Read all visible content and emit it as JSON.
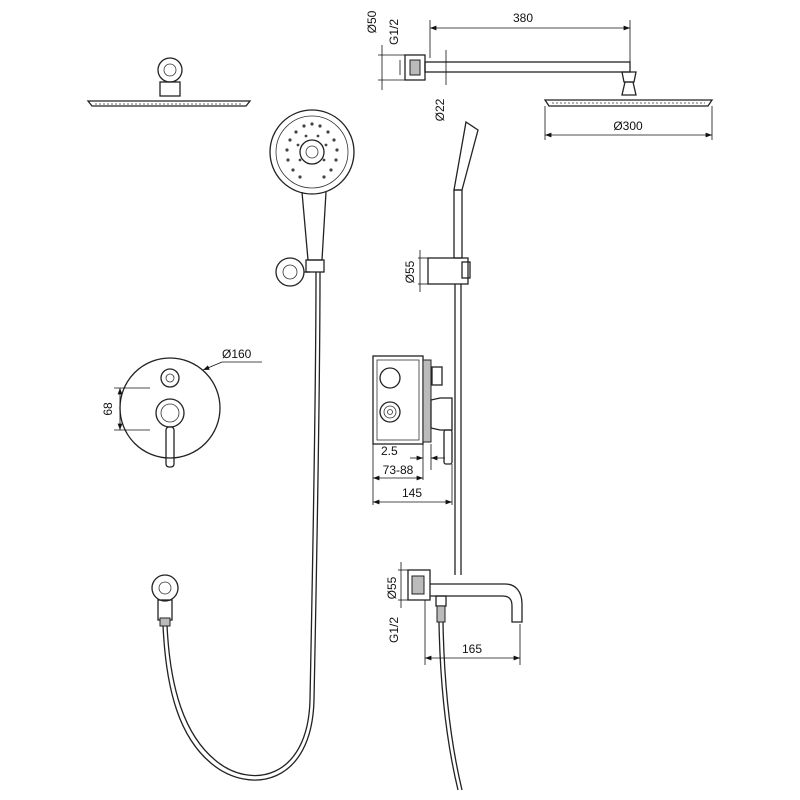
{
  "drawing": {
    "title": "Concealed shower system technical drawing",
    "dimensions": {
      "head_wall_block_dia": "Ø50",
      "head_thread": "G1/2",
      "arm_length": "380",
      "arm_dia": "Ø22",
      "head_dia": "Ø300",
      "holder_dia": "Ø55",
      "plate_dia": "Ø160",
      "plate_height": "68",
      "plate_gap": "2.5",
      "wall_depth": "73-88",
      "valve_depth": "145",
      "spout_block_dia": "Ø55",
      "spout_thread": "G1/2",
      "spout_length": "165"
    }
  }
}
